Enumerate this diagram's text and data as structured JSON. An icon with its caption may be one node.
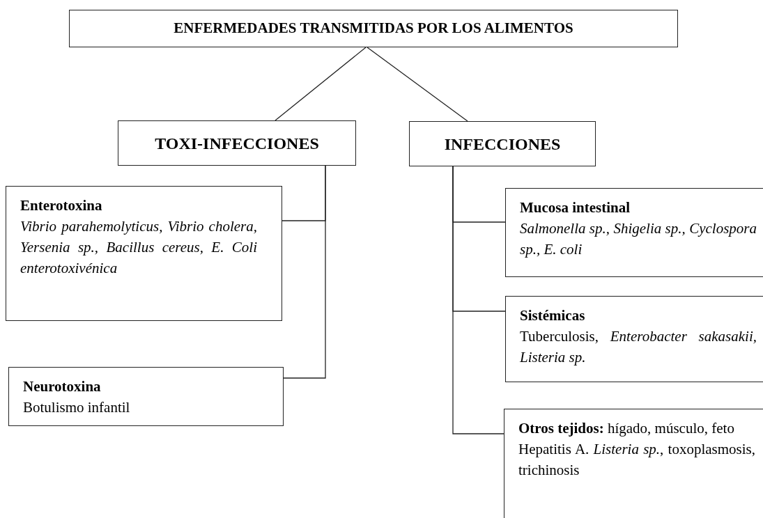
{
  "diagram": {
    "nodes": [
      {
        "text": [
          "ENFERMEDADES TRANSMITIDAS POR LOS ALIMENTOS"
        ]
      },
      {
        "text": [
          "TOXI-INFECCIONES"
        ]
      },
      {
        "text": [
          "INFECCIONES"
        ]
      },
      {
        "text": [
          "**Enterotoxina**",
          "*Vibrio parahemolyticus, Vibrio cholera, Yersenia sp., Bacillus cereus, E. Coli enterotoxivénica*"
        ]
      },
      {
        "text": [
          "**Neurotoxina**",
          "Botulismo infantil"
        ]
      },
      {
        "text": [
          "**Mucosa intestinal**",
          "*Salmonella sp., Shigelia sp., Cyclospora sp., E. coli*"
        ]
      },
      {
        "text": [
          "**Sistémicas**",
          "Tuberculosis, *Enterobacter sakasakii, Listeria sp.*"
        ]
      },
      {
        "text": [
          "**Otros tejidos:** hígado, músculo, feto",
          "Hepatitis A. *Listeria sp.*, toxoplasmosis, trichinosis"
        ]
      }
    ],
    "edges": [
      {
        "from": 0,
        "to": 1,
        "arrow": "none"
      },
      {
        "from": 0,
        "to": 2,
        "arrow": "none"
      },
      {
        "from": 1,
        "to": 3,
        "arrow": "none"
      },
      {
        "from": 1,
        "to": 4,
        "arrow": "none"
      },
      {
        "from": 2,
        "to": 5,
        "arrow": "none"
      },
      {
        "from": 2,
        "to": 6,
        "arrow": "none"
      },
      {
        "from": 2,
        "to": 7,
        "arrow": "none"
      }
    ]
  }
}
